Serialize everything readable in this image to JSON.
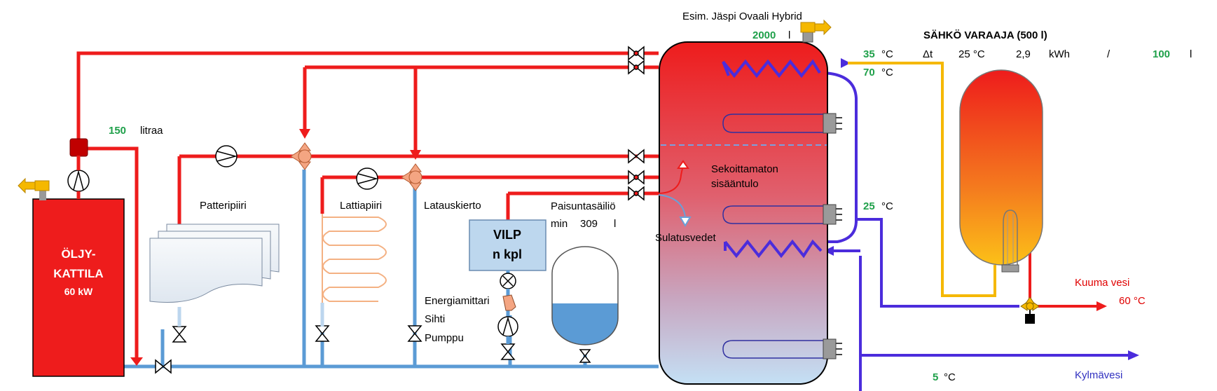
{
  "labels": {
    "tank_model": "Esim. Jäspi Ovaali Hybrid",
    "tank_volume": "2000",
    "tank_volume_unit": "l",
    "boiler_line1": "ÖLJY-",
    "boiler_line2": "KATTILA",
    "boiler_power": "60 kW",
    "boiler_volume": "150",
    "boiler_volume_unit": "litraa",
    "radiator_circuit": "Patteripiiri",
    "floor_circuit": "Lattiapiiri",
    "charging_circuit": "Latauskierto",
    "heatpump_line1": "VILP",
    "heatpump_line2": "n kpl",
    "energy_meter": "Energiamittari",
    "strainer": "Sihti",
    "pump": "Pumppu",
    "expansion_tank": "Paisuntasäiliö",
    "expansion_min": "min",
    "expansion_volume": "309",
    "expansion_unit": "l",
    "unmixed_inlet_1": "Sekoittamaton",
    "unmixed_inlet_2": "sisääntulo",
    "defrost_water": "Sulatusvedet",
    "electric_heater_title": "SÄHKÖ VARAAJA (500 l)",
    "hot_water": "Kuuma vesi",
    "hot_water_temp": "60 °C",
    "cold_water": "Kylmävesi",
    "unit_c": "°C"
  },
  "temps": {
    "coil_out": "35",
    "coil_in": "70",
    "middle": "25",
    "cold": "5"
  },
  "heater_calc": {
    "delta_label": "Δt",
    "delta_value": "25 °C",
    "energy_value": "2,9",
    "energy_unit": "kWh",
    "separator": "/",
    "volume_value": "100",
    "volume_unit": "l"
  },
  "colors": {
    "pipe_hot": "#ee1c1c",
    "pipe_return": "#5b9bd5",
    "pipe_coil": "#4b2cdc",
    "pipe_solar": "#f5b800",
    "value_green": "#1fa04a"
  }
}
